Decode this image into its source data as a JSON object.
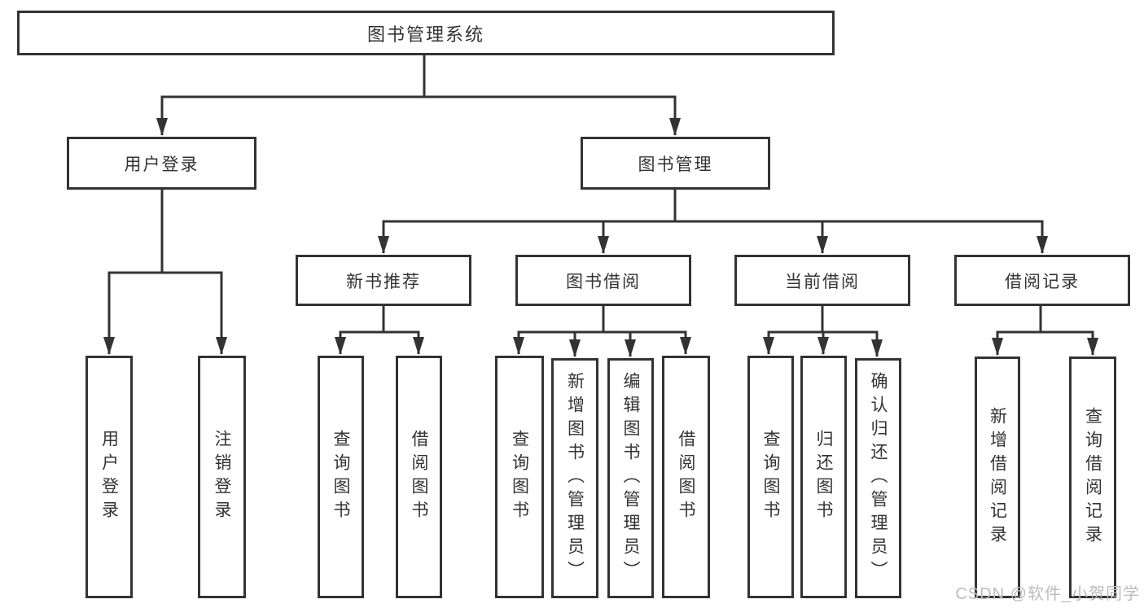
{
  "colors": {
    "background": "#ffffff",
    "line": "#333333",
    "box_border": "#333333",
    "text": "#333333",
    "watermark_text": "#bcbcbc"
  },
  "tree": {
    "root": {
      "label": "图书管理系统",
      "children": [
        {
          "label": "用户登录",
          "children": [
            {
              "label": "用户登录"
            },
            {
              "label": "注销登录"
            }
          ]
        },
        {
          "label": "图书管理",
          "children": [
            {
              "label": "新书推荐",
              "children": [
                {
                  "label": "查询图书"
                },
                {
                  "label": "借阅图书"
                }
              ]
            },
            {
              "label": "图书借阅",
              "children": [
                {
                  "label": "查询图书"
                },
                {
                  "label": "新增图书（管理员）"
                },
                {
                  "label": "编辑图书（管理员）"
                },
                {
                  "label": "借阅图书"
                }
              ]
            },
            {
              "label": "当前借阅",
              "children": [
                {
                  "label": "查询图书"
                },
                {
                  "label": "归还图书"
                },
                {
                  "label": "确认归还（管理员）"
                }
              ]
            },
            {
              "label": "借阅记录",
              "children": [
                {
                  "label": "新增借阅记录"
                },
                {
                  "label": "查询借阅记录"
                }
              ]
            }
          ]
        }
      ]
    }
  },
  "watermark": {
    "text": "CSDN @软件_小贺同学"
  }
}
